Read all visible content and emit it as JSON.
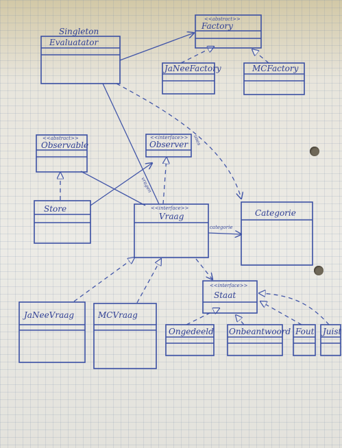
{
  "classes": {
    "evaluator": {
      "stereotype": "Singleton",
      "name": "Evaluatator"
    },
    "factory": {
      "stereotype": "<<abstract>>",
      "name": "Factory"
    },
    "jaNeeFactory": {
      "stereotype": "",
      "name": "JaNeeFactory"
    },
    "mcFactory": {
      "stereotype": "",
      "name": "MCFactory"
    },
    "observable": {
      "stereotype": "<<abstract>>",
      "name": "Observable"
    },
    "observer": {
      "stereotype": "<<interface>>",
      "name": "Observer"
    },
    "store": {
      "stereotype": "",
      "name": "Store"
    },
    "vraag": {
      "stereotype": "<<interface>>",
      "name": "Vraag"
    },
    "categorie": {
      "stereotype": "",
      "name": "Categorie"
    },
    "jaNeeVraag": {
      "stereotype": "",
      "name": "JaNeeVraag"
    },
    "mcVraag": {
      "stereotype": "",
      "name": "MCVraag"
    },
    "staat": {
      "stereotype": "<<interface>>",
      "name": "Staat"
    },
    "ongedeeld": {
      "stereotype": "",
      "name": "Ongedeeld"
    },
    "onbeantwoord": {
      "stereotype": "",
      "name": "Onbeantwoord"
    },
    "fout": {
      "stereotype": "",
      "name": "Fout"
    },
    "juist": {
      "stereotype": "",
      "name": "Juist"
    }
  },
  "edges": {
    "uses": "uses",
    "vragen": "vragen",
    "categorie": "categorie"
  },
  "colors": {
    "ink": "#3a4fa3",
    "paper": "#ecebe6"
  }
}
